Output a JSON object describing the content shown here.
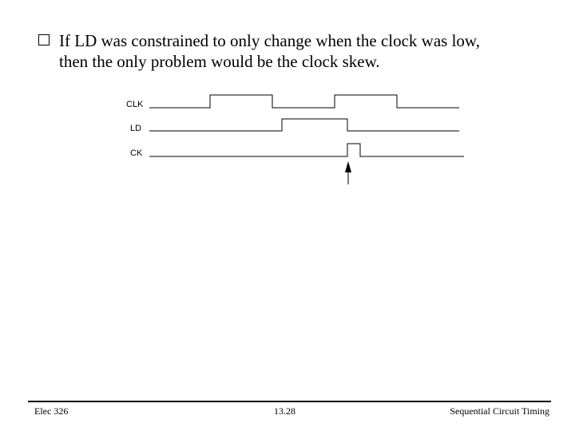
{
  "slide": {
    "bullet_line1": "If LD was constrained to only change when the clock was low,",
    "bullet_line2": "then the only problem would be the clock skew."
  },
  "diagram": {
    "signals": [
      {
        "name": "CLK",
        "label": "CLK"
      },
      {
        "name": "LD",
        "label": "LD"
      },
      {
        "name": "CK",
        "label": "CK"
      }
    ],
    "arrow_icon": "up-arrow-icon"
  },
  "footer": {
    "left": "Elec 326",
    "center": "13.28",
    "right": "Sequential Circuit Timing"
  }
}
